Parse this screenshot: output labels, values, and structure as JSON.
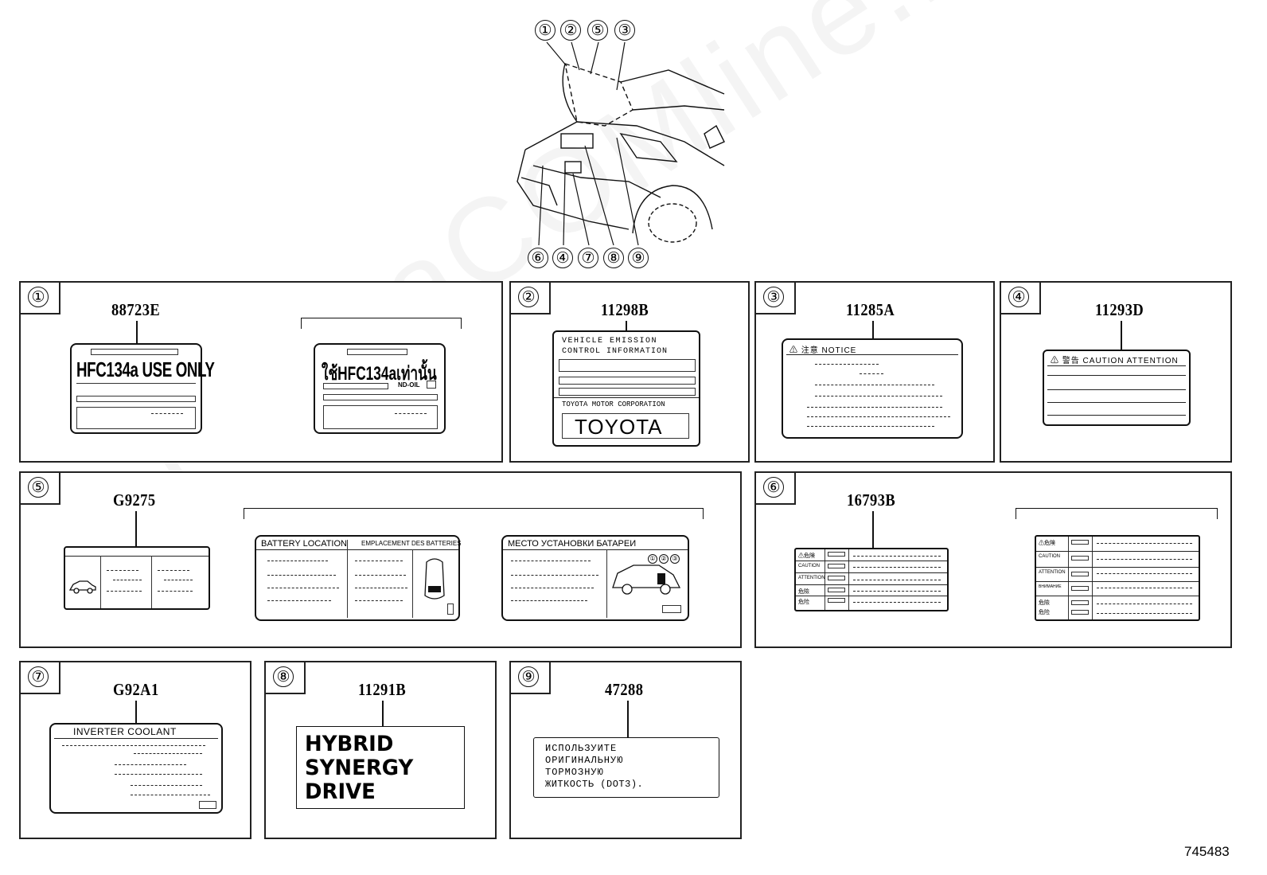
{
  "watermark": "ToyotaCOMline.ru",
  "drawing_number": "745483",
  "car_callouts": {
    "top": [
      "①",
      "②",
      "⑤",
      "③"
    ],
    "bottom": [
      "⑥",
      "④",
      "⑦",
      "⑧",
      "⑨"
    ]
  },
  "panels": [
    {
      "index": "①",
      "part_number": "88723E",
      "label_text": "HFC134a USE ONLY",
      "alt_text": "ใช้HFC134aเท่านั้น",
      "alt_sub": "ND-OIL"
    },
    {
      "index": "②",
      "part_number": "11298B",
      "line1": "VEHICLE EMISSION",
      "line2": "CONTROL INFORMATION",
      "maker": "TOYOTA MOTOR CORPORATION",
      "brand": "TOYOTA"
    },
    {
      "index": "③",
      "part_number": "11285A",
      "header": "注意 NOTICE"
    },
    {
      "index": "④",
      "part_number": "11293D",
      "header": "警告 CAUTION ATTENTION"
    },
    {
      "index": "⑤",
      "part_number": "G9275",
      "en_title": "BATTERY LOCATION",
      "fr_title": "EMPLACEMENT DES BATTERIES",
      "ru_title": "МЕСТО УСТАНОВКИ БАТАРЕИ",
      "mini_callouts": [
        "①",
        "②",
        "③"
      ]
    },
    {
      "index": "⑥",
      "part_number": "16793B",
      "rows_a": [
        "⚠危険",
        "CAUTION",
        "ATTENTION",
        "危險",
        "危险"
      ],
      "rows_b": [
        "⚠危険",
        "CAUTION",
        "ATTENTION",
        "ВНИМАНИЕ",
        "危險",
        "危险"
      ]
    },
    {
      "index": "⑦",
      "part_number": "G92A1",
      "header": "INVERTER COOLANT"
    },
    {
      "index": "⑧",
      "part_number": "11291B",
      "lines": [
        "HYBRID",
        "SYNERGY",
        "DRIVE"
      ]
    },
    {
      "index": "⑨",
      "part_number": "47288",
      "lines": [
        "ИСПОЛЬЗУИТЕ",
        "ОРИГИНАЛЬНУЮ",
        "ТОРМОЗНУЮ",
        "ЖИТКОСТЬ (DOT3)."
      ]
    }
  ]
}
